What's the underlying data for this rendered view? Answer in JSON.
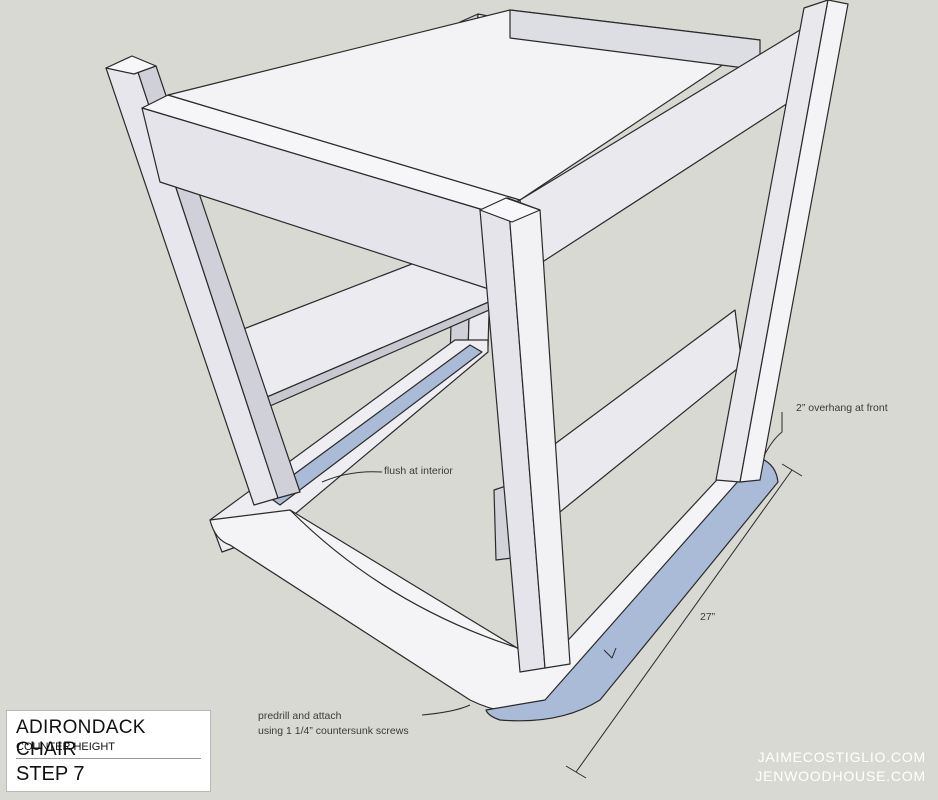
{
  "annotations": {
    "flush": "flush at interior",
    "overhang": "2” overhang at front",
    "dimension": "27”",
    "predrill_line1": "predrill and attach",
    "predrill_line2": "using 1 1/4” countersunk screws"
  },
  "title_block": {
    "title": "ADIRONDACK CHAIR",
    "subtitle": "COUNTER HEIGHT",
    "step": "STEP 7"
  },
  "credits": {
    "line1": "JAIMECOSTIGLIO.COM",
    "line2": "JENWOODHOUSE.COM"
  },
  "colors": {
    "background": "#d9d9d4",
    "wood_light": "#f4f4f6",
    "wood_mid": "#e2e2e8",
    "wood_dark": "#bfc0c8",
    "highlight_blue": "#a9bbd6",
    "outline": "#2a2a2a"
  }
}
